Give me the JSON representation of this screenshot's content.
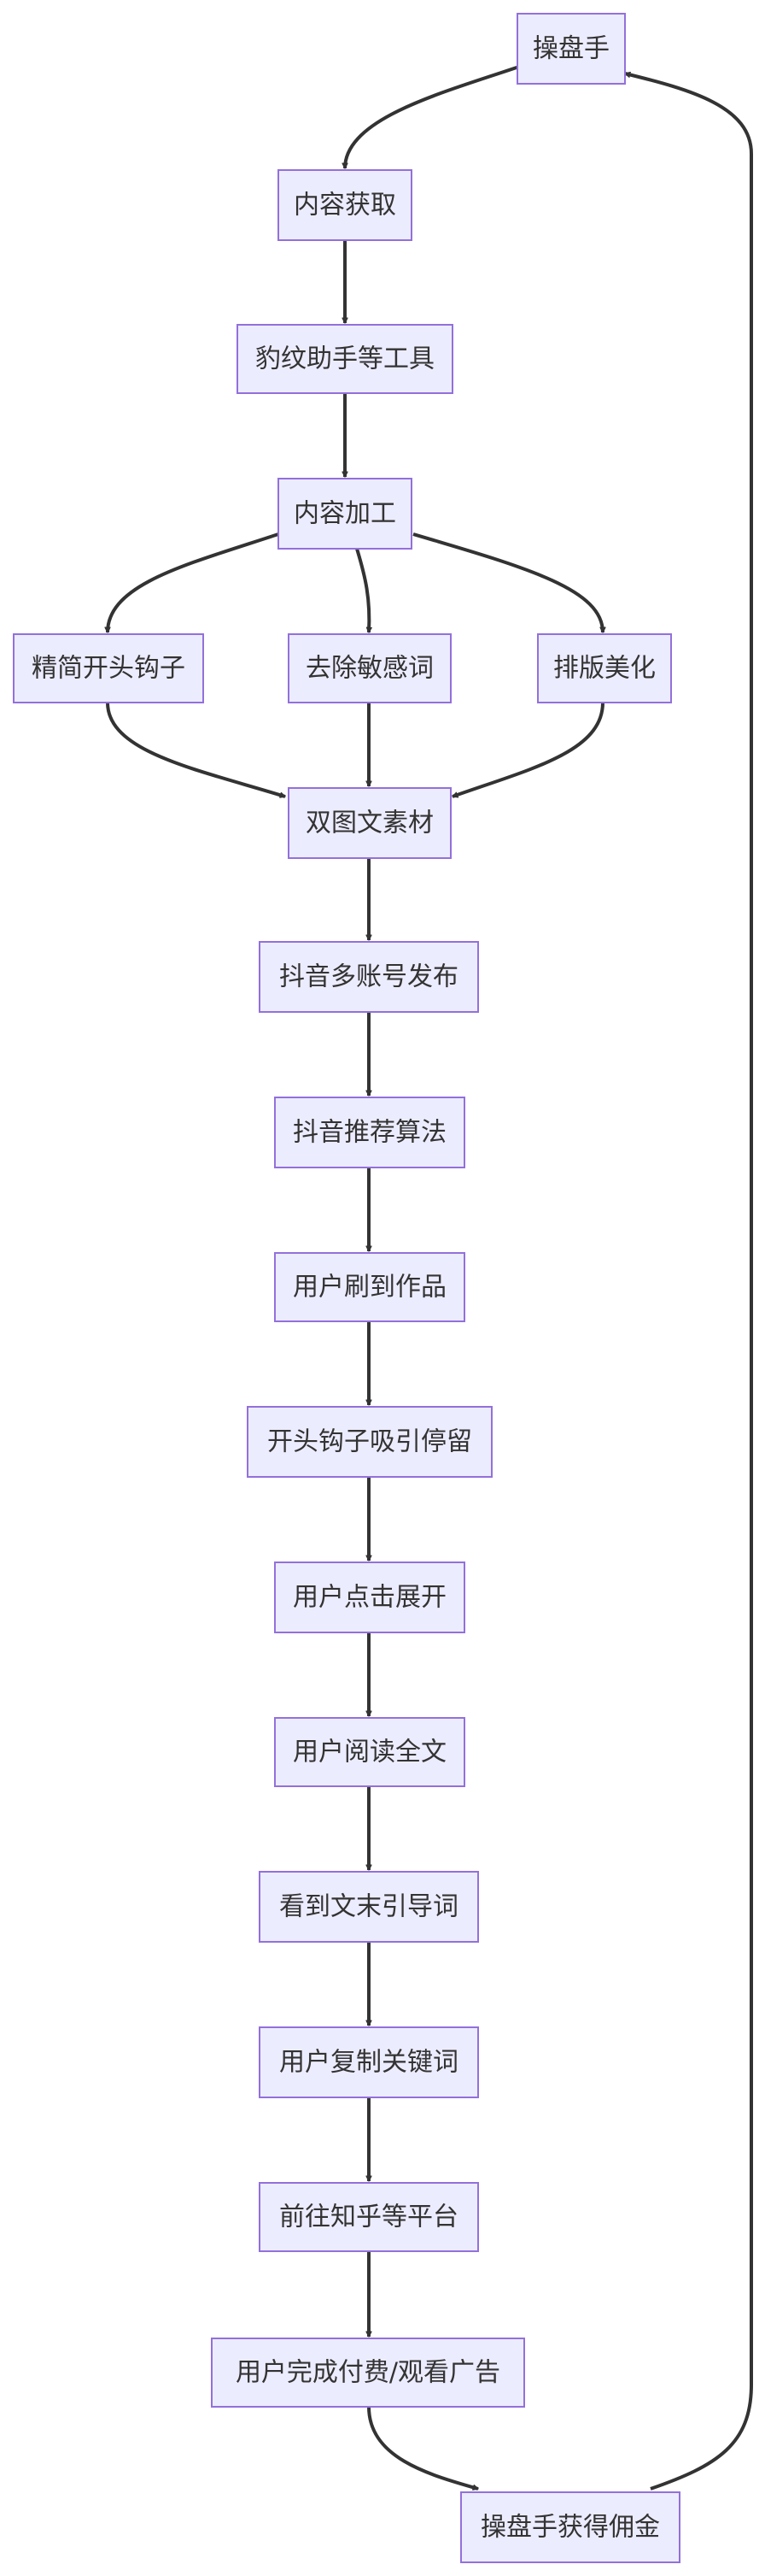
{
  "diagram": {
    "type": "flowchart",
    "colors": {
      "node_fill": "#ECECFF",
      "node_border": "#9370DB",
      "text": "#333333",
      "edge": "#333333",
      "background": "#FFFFFF"
    },
    "nodes": {
      "n1": "操盘手",
      "n2": "内容获取",
      "n3": "豹纹助手等工具",
      "n4": "内容加工",
      "n5": "精简开头钩子",
      "n6": "去除敏感词",
      "n7": "排版美化",
      "n8": "双图文素材",
      "n9": "抖音多账号发布",
      "n10": "抖音推荐算法",
      "n11": "用户刷到作品",
      "n12": "开头钩子吸引停留",
      "n13": "用户点击展开",
      "n14": "用户阅读全文",
      "n15": "看到文末引导词",
      "n16": "用户复制关键词",
      "n17": "前往知乎等平台",
      "n18": "用户完成付费/观看广告",
      "n19": "操盘手获得佣金"
    },
    "edges": [
      [
        "n1",
        "n2"
      ],
      [
        "n2",
        "n3"
      ],
      [
        "n3",
        "n4"
      ],
      [
        "n4",
        "n5"
      ],
      [
        "n4",
        "n6"
      ],
      [
        "n4",
        "n7"
      ],
      [
        "n5",
        "n8"
      ],
      [
        "n6",
        "n8"
      ],
      [
        "n7",
        "n8"
      ],
      [
        "n8",
        "n9"
      ],
      [
        "n9",
        "n10"
      ],
      [
        "n10",
        "n11"
      ],
      [
        "n11",
        "n12"
      ],
      [
        "n12",
        "n13"
      ],
      [
        "n13",
        "n14"
      ],
      [
        "n14",
        "n15"
      ],
      [
        "n15",
        "n16"
      ],
      [
        "n16",
        "n17"
      ],
      [
        "n17",
        "n18"
      ],
      [
        "n18",
        "n19"
      ],
      [
        "n19",
        "n1"
      ]
    ]
  }
}
